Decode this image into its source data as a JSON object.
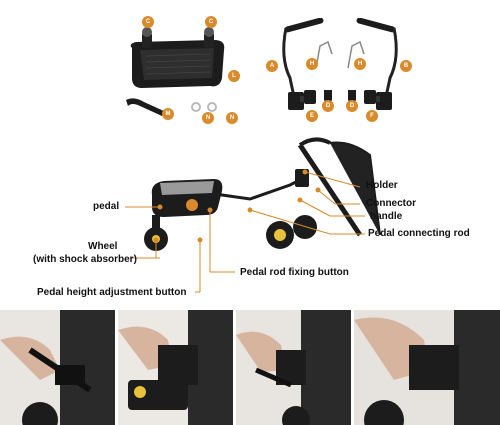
{
  "parts": {
    "badges": {
      "c1": "C",
      "c2": "C",
      "l": "L",
      "m": "M",
      "n1": "N",
      "n2": "N",
      "a": "A",
      "b": "B",
      "h1": "H",
      "h2": "H",
      "d1": "D",
      "d2": "D",
      "e": "E",
      "f": "F"
    }
  },
  "callouts": {
    "holder": "Holder",
    "connector": "Connector",
    "handle": "handle",
    "pedal": "pedal",
    "pedal_connecting_rod": "Pedal connecting rod",
    "wheel": "Wheel",
    "wheel_note": "(with shock absorber)",
    "pedal_rod_fixing_button": "Pedal rod fixing button",
    "pedal_height_adjustment_button": "Pedal height adjustment button"
  },
  "colors": {
    "accent": "#d98a2b",
    "logo_yellow": "#e8c23a",
    "product_black": "#1c1c1c"
  }
}
